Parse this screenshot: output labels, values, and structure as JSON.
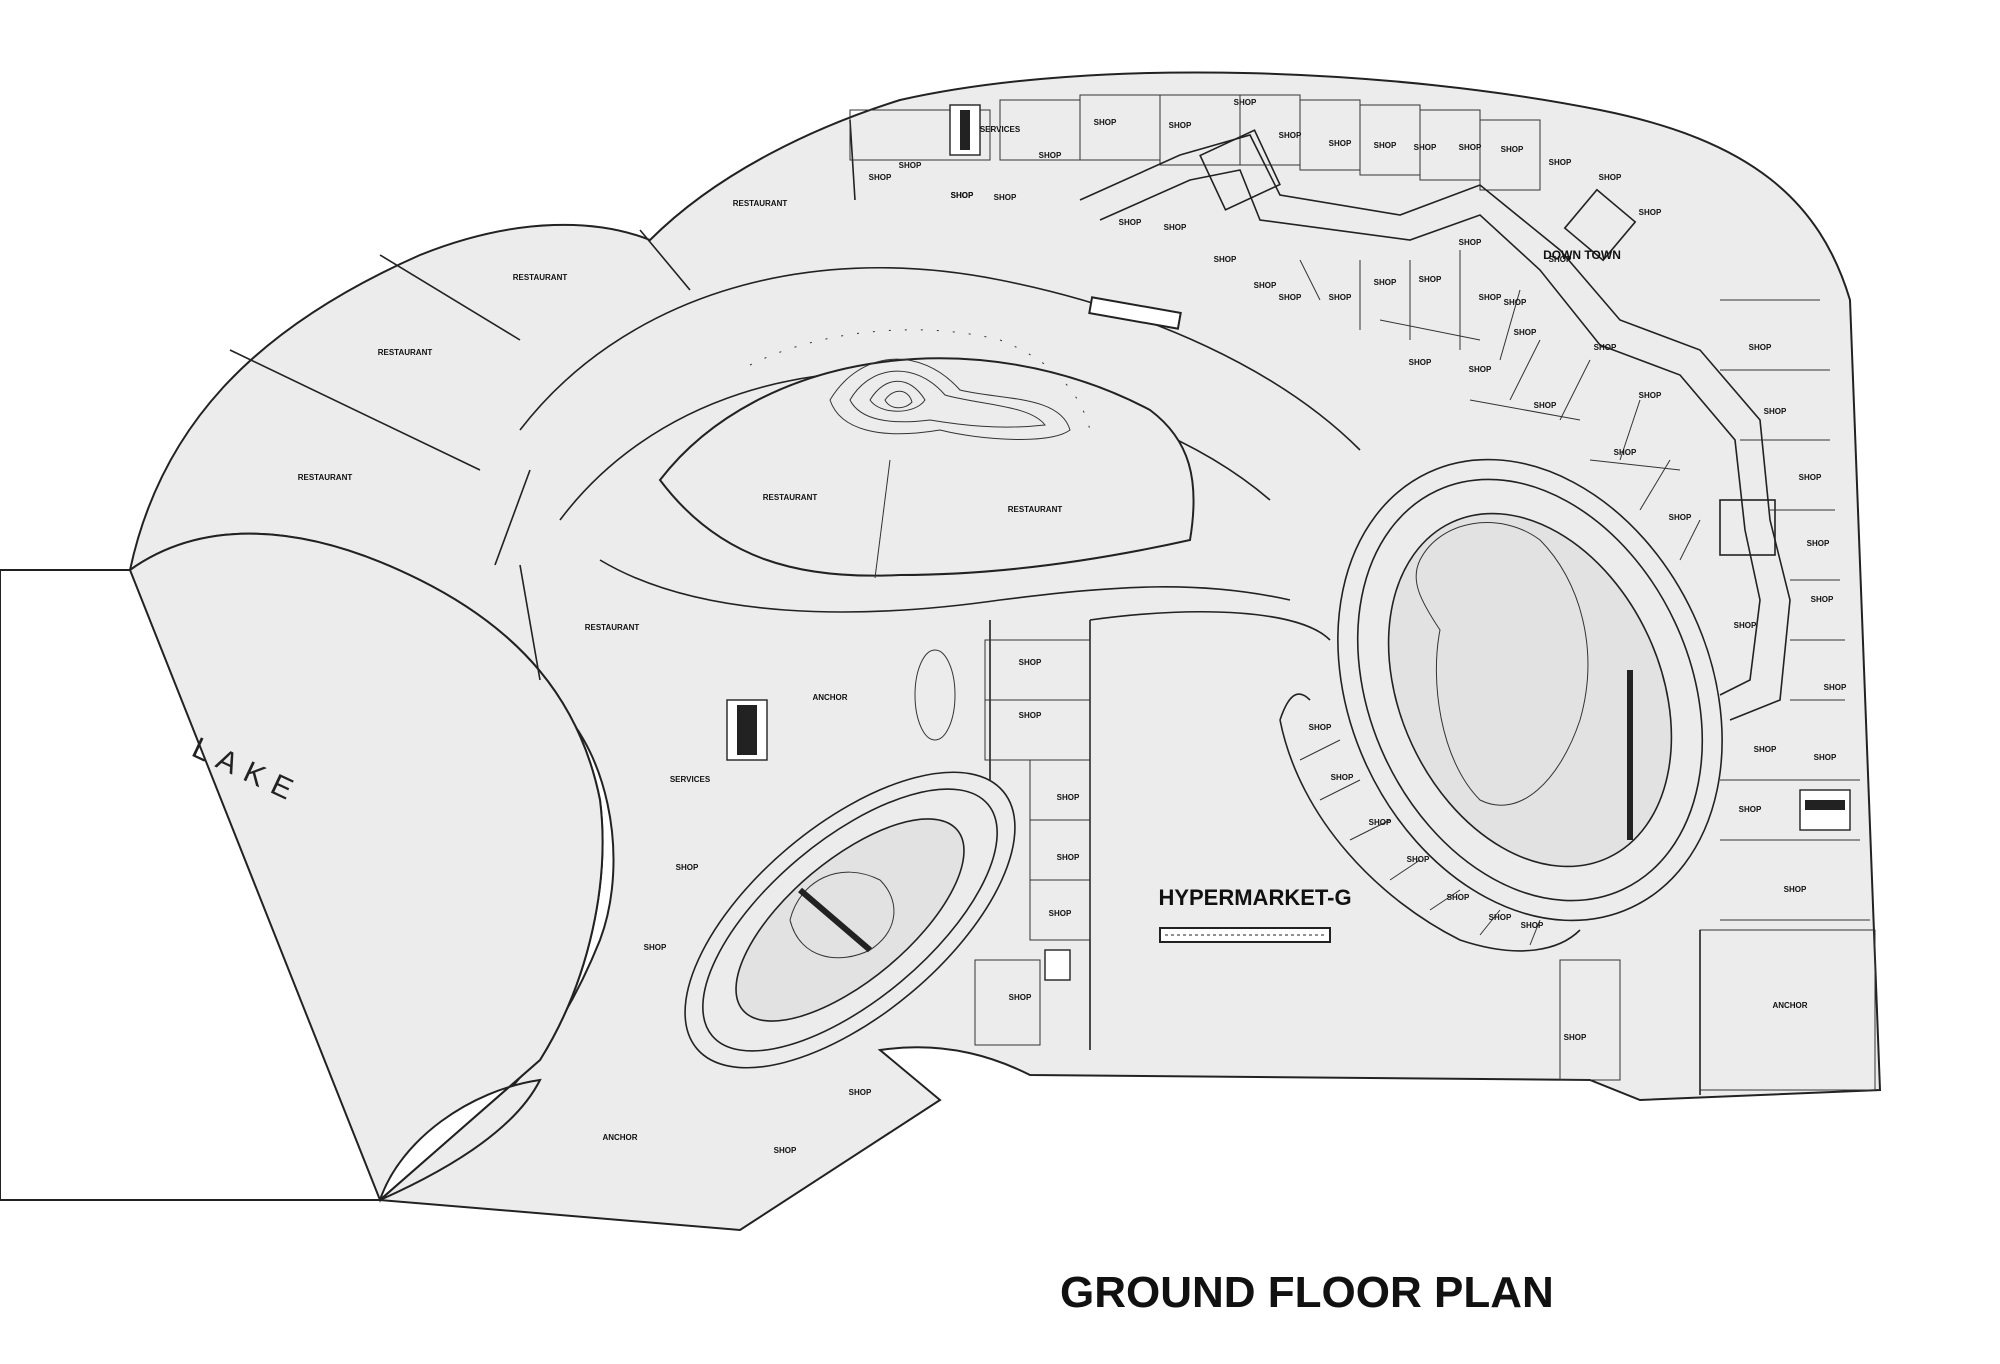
{
  "title": "GROUND FLOOR PLAN",
  "lake_label": "LAKE",
  "labels": {
    "hypermarket": "HYPERMARKET-G",
    "downtown": "DOWN TOWN",
    "restaurant": "RESTAURANT",
    "shop": "SHOP",
    "anchor": "ANCHOR",
    "services": "SERVICES"
  },
  "colors": {
    "floor": "#ececec",
    "line": "#222222",
    "background": "#ffffff"
  }
}
